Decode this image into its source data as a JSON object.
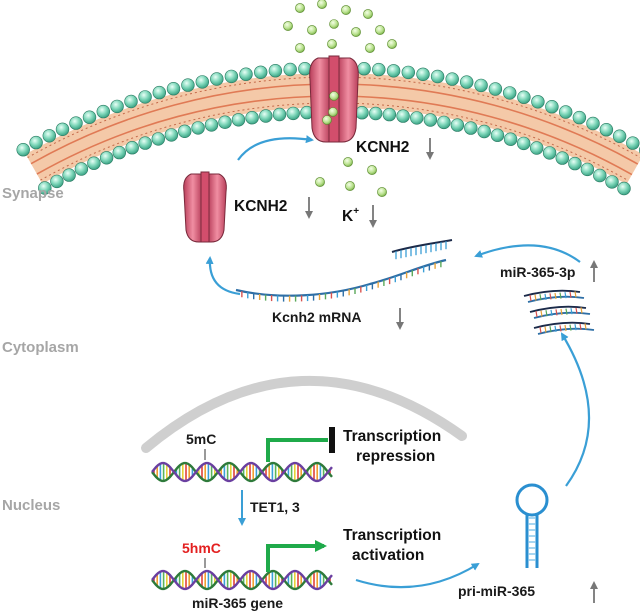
{
  "regions": {
    "synapse": "Synapse",
    "cytoplasm": "Cytoplasm",
    "nucleus": "Nucleus"
  },
  "labels": {
    "kcnh2_membrane": "KCNH2",
    "kcnh2_vesicle": "KCNH2",
    "k_ion": "K",
    "k_ion_charge": "+",
    "kcnh2_mrna": "Kcnh2 mRNA",
    "mir_365_3p": "miR-365-3p",
    "five_mc": "5mC",
    "transcription_repression_1": "Transcription",
    "transcription_repression_2": "repression",
    "tet": "TET1, 3",
    "five_hmc": "5hmC",
    "transcription_activation_1": "Transcription",
    "transcription_activation_2": "activation",
    "gene": "miR-365 gene",
    "pri_mir": "pri-miR-365"
  },
  "colors": {
    "region_text": "#a6a6a6",
    "arrow_blue": "#3a9fd6",
    "promoter_green": "#1faa4a",
    "five_hmc_red": "#e32020",
    "lipid_head": "#5ec7a6",
    "membrane_core": "#e07a55",
    "channel_pink": "#d9607a",
    "potassium_ion": "#b8e08c"
  }
}
